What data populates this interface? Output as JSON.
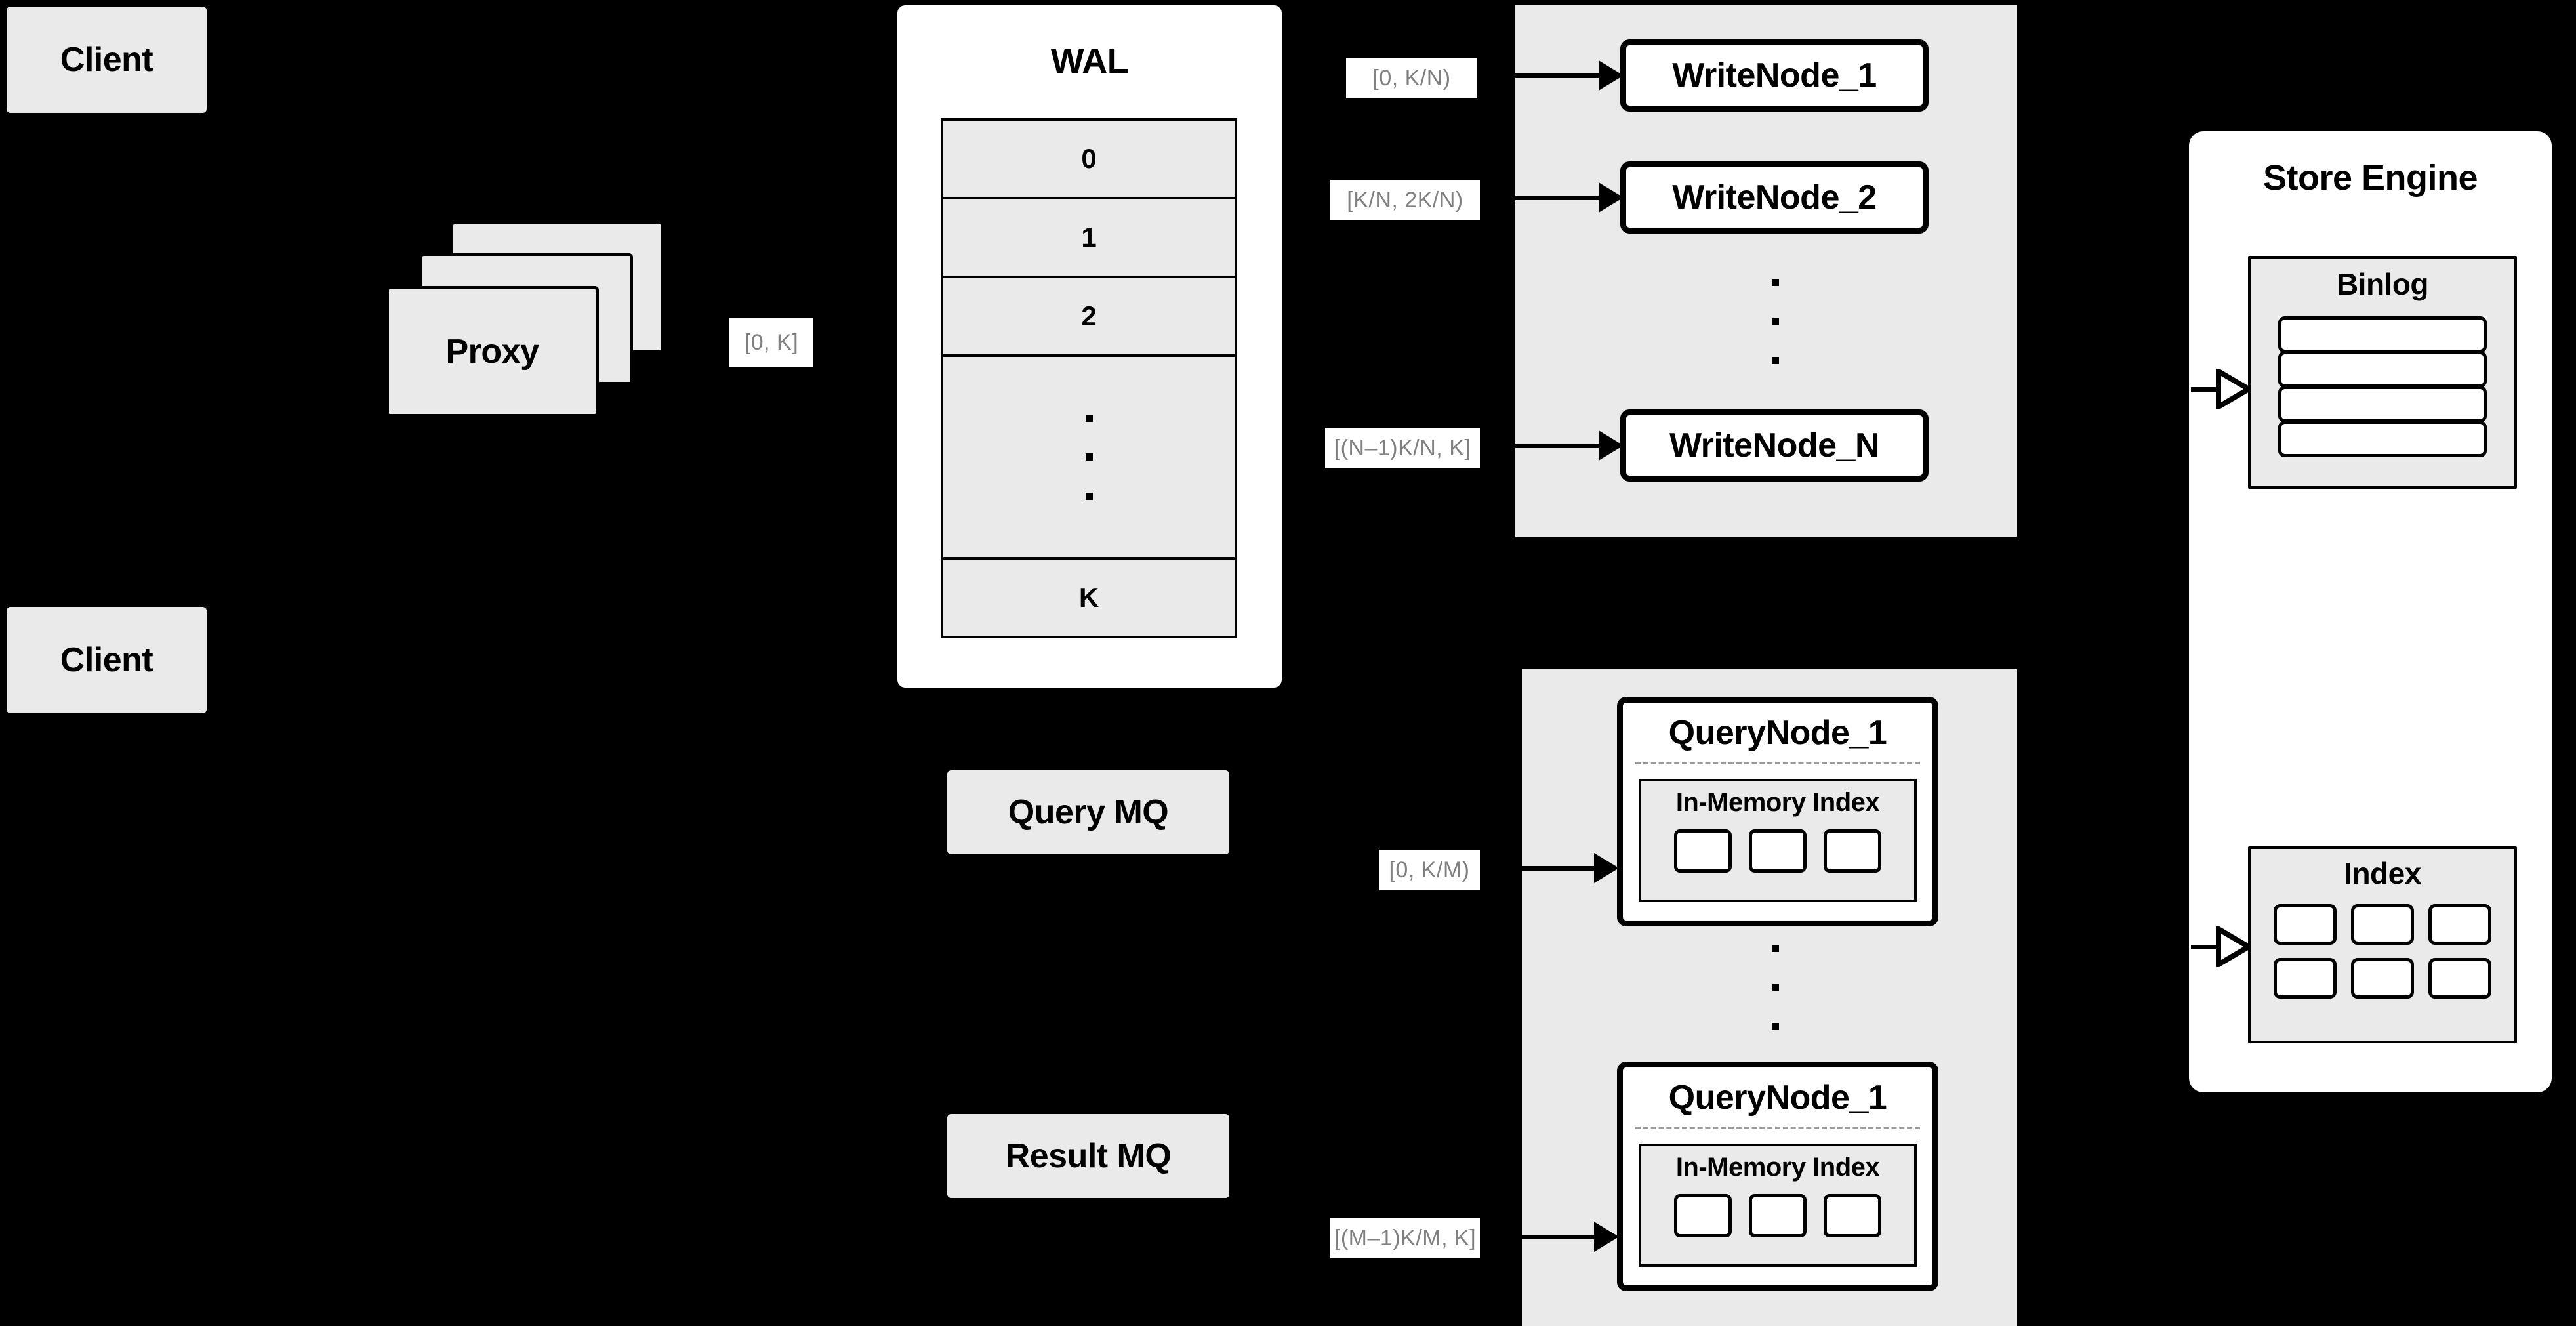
{
  "diagram": {
    "background_color": "#000000",
    "box_fill": "#eaeaea",
    "node_fill": "#ffffff",
    "stroke": "#000000",
    "tag_text_color": "#808080",
    "dashed_color": "#9a9a9a"
  },
  "clients": [
    {
      "label": "Client"
    },
    {
      "label": "Client"
    }
  ],
  "proxy": {
    "label": "Proxy",
    "stack_count": 3,
    "range_tag": "[0, K]"
  },
  "wal": {
    "title": "WAL",
    "rows": [
      "0",
      "1",
      "2",
      "⋮",
      "K"
    ]
  },
  "write_group": {
    "nodes": [
      {
        "label": "WriteNode_1",
        "range_tag": "[0,  K/N)"
      },
      {
        "label": "WriteNode_2",
        "range_tag": "[K/N, 2K/N)"
      },
      {
        "label": "WriteNode_N",
        "range_tag": "[(N–1)K/N,  K]"
      }
    ],
    "ellipsis": "⋮"
  },
  "query_group": {
    "nodes": [
      {
        "label": "QueryNode_1",
        "range_tag": "[0, K/M)",
        "inner": {
          "title": "In-Memory Index",
          "chip_count": 3
        }
      },
      {
        "label": "QueryNode_1",
        "range_tag": "[(M–1)K/M, K]",
        "inner": {
          "title": "In-Memory Index",
          "chip_count": 3
        }
      }
    ],
    "ellipsis": "⋮"
  },
  "queues": [
    {
      "label": "Query MQ"
    },
    {
      "label": "Result MQ"
    }
  ],
  "store_engine": {
    "title": "Store Engine",
    "binlog": {
      "title": "Binlog",
      "row_count": 4
    },
    "index": {
      "title": "Index",
      "cell_count": 6,
      "columns": 3,
      "rows": 2
    }
  }
}
